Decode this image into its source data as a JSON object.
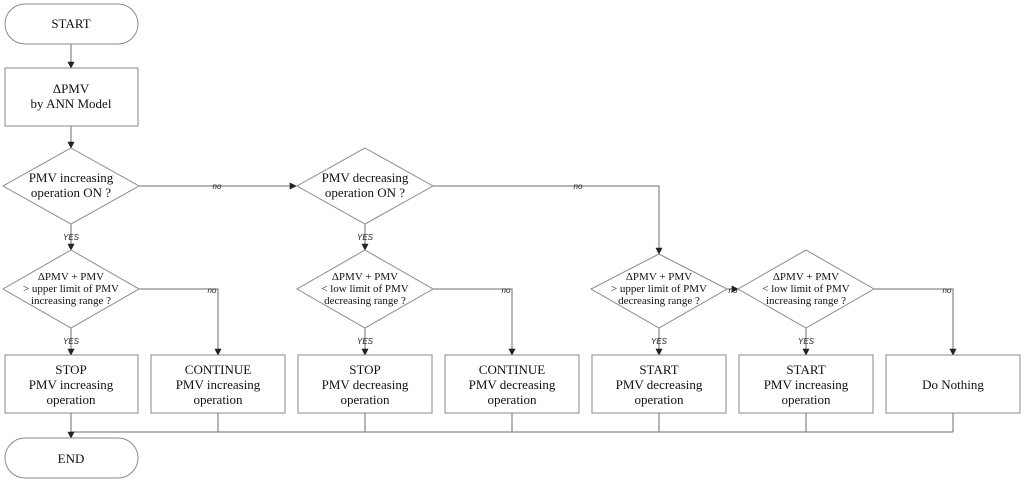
{
  "nodes": {
    "start": "START",
    "ann": [
      "ΔPMV",
      "by ANN Model"
    ],
    "d1": [
      "PMV increasing",
      "operation ON ?"
    ],
    "d2": [
      "PMV decreasing",
      "operation ON ?"
    ],
    "d3": [
      "ΔPMV + PMV",
      "> upper limit of PMV",
      "increasing range ?"
    ],
    "d4": [
      "ΔPMV + PMV",
      "< low limit of PMV",
      "decreasing range ?"
    ],
    "d5": [
      "ΔPMV + PMV",
      "> upper limit of PMV",
      "decreasing range ?"
    ],
    "d6": [
      "ΔPMV + PMV",
      "< low limit of PMV",
      "increasing range ?"
    ],
    "p1": [
      "STOP",
      "PMV increasing",
      "operation"
    ],
    "p2": [
      "CONTINUE",
      "PMV increasing",
      "operation"
    ],
    "p3": [
      "STOP",
      "PMV decreasing",
      "operation"
    ],
    "p4": [
      "CONTINUE",
      "PMV decreasing",
      "operation"
    ],
    "p5": [
      "START",
      "PMV decreasing",
      "operation"
    ],
    "p6": [
      "START",
      "PMV increasing",
      "operation"
    ],
    "p7": [
      "Do Nothing"
    ],
    "end": "END"
  },
  "edges": {
    "yes": "YES",
    "no": "no"
  }
}
